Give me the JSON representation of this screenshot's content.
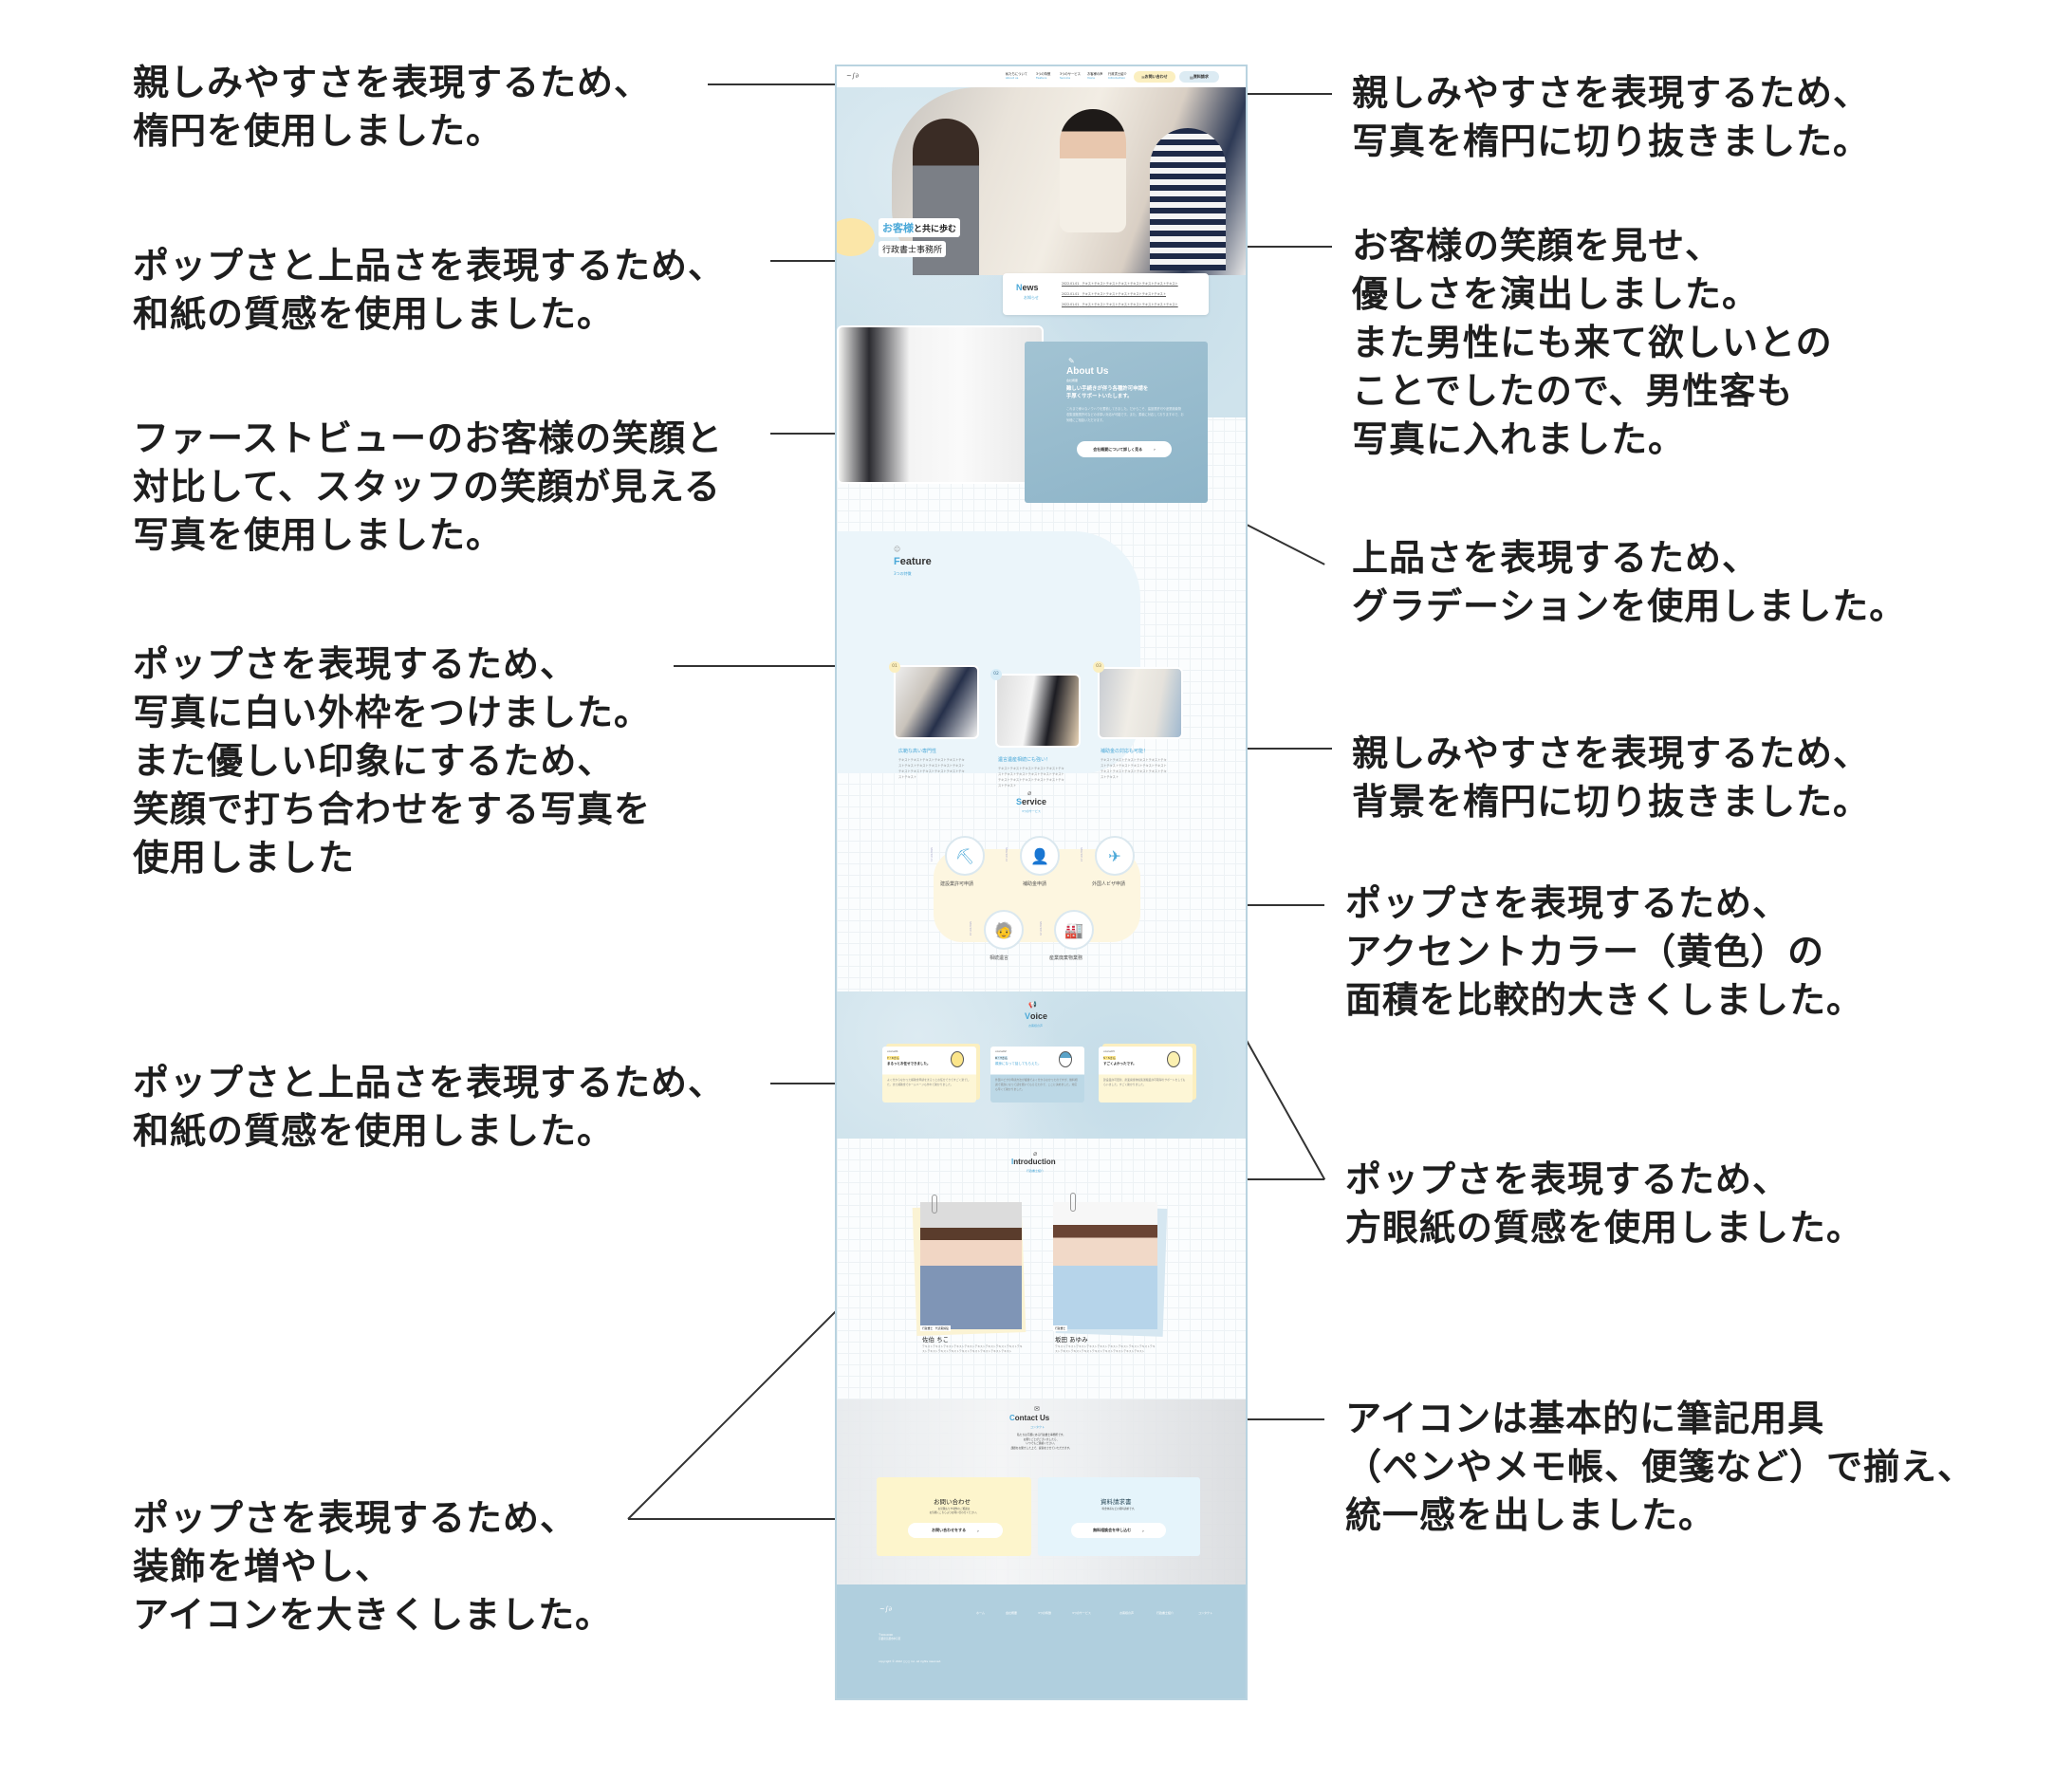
{
  "annotations_left": [
    "親しみやすさを表現するため、\n楕円を使用しました。",
    "ポップさと上品さを表現するため、\n和紙の質感を使用しました。",
    "ファーストビューのお客様の笑顔と\n対比して、スタッフの笑顔が見える\n写真を使用しました。",
    "ポップさを表現するため、\n写真に白い外枠をつけました。\nまた優しい印象にするため、\n笑顔で打ち合わせをする写真を\n使用しました",
    "ポップさと上品さを表現するため、\n和紙の質感を使用しました。",
    "ポップさを表現するため、\n装飾を増やし、\nアイコンを大きくしました。"
  ],
  "annotations_right": [
    "親しみやすさを表現するため、\n写真を楕円に切り抜きました。",
    "お客様の笑顔を見せ、\n優しさを演出しました。\nまた男性にも来て欲しいとの\nことでしたので、男性客も\n写真に入れました。",
    "上品さを表現するため、\nグラデーションを使用しました。",
    "親しみやすさを表現するため、\n背景を楕円に切り抜きました。",
    "ポップさを表現するため、\nアクセントカラー（黄色）の\n面積を比較的大きくしました。",
    "ポップさを表現するため、\n方眼紙の質感を使用しました。",
    "アイコンは基本的に筆記用具\n（ペンやメモ帳、便箋など）で揃え、\n統一感を出しました。"
  ],
  "site": {
    "nav": [
      {
        "ja": "私たちについて",
        "en": "About us"
      },
      {
        "ja": "3つの特徴",
        "en": "Feature"
      },
      {
        "ja": "3つのサービス",
        "en": "Service"
      },
      {
        "ja": "お客様の声",
        "en": "Voice"
      },
      {
        "ja": "行政書士紹介",
        "en": "Introduction"
      }
    ],
    "contact_btn": "お問い合わせ",
    "document_btn": "資料請求",
    "hero": {
      "accent": "お客様",
      "line1_rest": "と共に歩む",
      "line2": "行政書士事務所"
    },
    "news": {
      "title_first": "N",
      "title_rest": "ews",
      "sub": "お知らせ",
      "items": [
        {
          "date": "2022.01.01",
          "text": "テキストテキストテキストテキストテキストテキストテキストテキスト"
        },
        {
          "date": "2022.01.01",
          "text": "テキストテキストテキストテキストテキストテキストテキスト"
        },
        {
          "date": "2022.01.01",
          "text": "テキストテキストテキストテキストテキストテキストテキストテキスト"
        }
      ]
    },
    "about": {
      "title": "About Us",
      "sub": "会社概要",
      "lead": "難しい手続きが伴う各種許可申請を\n手厚くサポートいたします。",
      "body": "これまで様々なノウハウを蓄積してきました。だからこそ、建設業許可や産業廃棄物収集運搬業許可などの手厚い対応が可能です。また、柔軟に対応しておりますので、お気軽にご相談いただけます。",
      "button": "会社概要について詳しく見る"
    },
    "feature": {
      "title_first": "F",
      "title_rest": "eature",
      "sub": "3つの特徴",
      "items": [
        {
          "num": "01",
          "title": "広範な高い専門性"
        },
        {
          "num": "02",
          "title": "遺言遺産相続にも強い！"
        },
        {
          "num": "03",
          "title": "補助金の対応も可能！"
        }
      ]
    },
    "dummy": "テキストテキストテキストテキストテキストテキストテキストテキストテキストテキストテキストテキストテキストテキストテキストテキストテキストテキスト",
    "service": {
      "title_first": "S",
      "title_rest": "ervice",
      "sub": "3つのサービス",
      "items": [
        {
          "tag": "SERVICE.01",
          "label": "建設業許可申請",
          "icon": "⛏"
        },
        {
          "tag": "SERVICE.02",
          "label": "補助金申請",
          "icon": "👤"
        },
        {
          "tag": "SERVICE.03",
          "label": "外国人ビザ申請",
          "icon": "✈"
        },
        {
          "tag": "SERVICE.04",
          "label": "相続遺言",
          "icon": "🧓"
        },
        {
          "tag": "SERVICE.05",
          "label": "産業廃棄物業務",
          "icon": "🏭"
        }
      ]
    },
    "voice": {
      "title_first": "V",
      "title_rest": "oice",
      "sub": "お客様の声",
      "items": [
        {
          "no": "voice01",
          "name": "Y・Kさん",
          "head": "まるっとお任せできました。",
          "body": "よく分からなかった補助金申請をまるっとお任せできてすごく楽でした。また補助金でホームページも作れて助かりました。"
        },
        {
          "no": "voice02",
          "name": "R・Tさん",
          "head": "親身になって話してもらえた。",
          "body": "外国人ビザの申請方法が複雑でよく分からなかったのですが、無料相談で親身になって話を聞いてもらえたので、ここに決めました。対応も早くて助かりました。"
        },
        {
          "no": "voice03",
          "name": "S・Sさん",
          "head": "すごくよかったです。",
          "body": "建設業許可更新、産業廃棄物収集運搬業許可取得のサポートをしてもらいました。すごく助かりました。"
        }
      ]
    },
    "intro": {
      "title_first": "I",
      "title_rest": "ntroduction",
      "sub": "行政書士紹介",
      "people": [
        {
          "role": "行政書士　代表取締役",
          "name": "佐伯 ちこ"
        },
        {
          "role": "行政書士",
          "name": "坂田 あゆみ"
        }
      ]
    },
    "contact": {
      "title_first": "C",
      "title_rest": "ontact Us",
      "sub": "コンタクト",
      "body": "私たちは京都にある行政書士事務所です。\nお困りごとがございましたら、\nいつでもご連絡ください。\n課題をお聞きした上で、提案をさせていただきます。",
      "cards": [
        {
          "title": "お問い合わせ",
          "body": "お見積もりや制作のご相談は\nお気軽にこちらよりお問い合わせください。",
          "button": "お問い合わせをする"
        },
        {
          "title": "資料請求書",
          "body": "料金体系などの資料請求です。",
          "button": "無料相談会を申し込む"
        }
      ]
    },
    "footer": {
      "links": [
        "ホーム",
        "会社概要",
        "3つの特徴",
        "3つのサービス",
        "お客様の声",
        "行政書士紹介",
        "コンタクト"
      ],
      "address": "〒000-0000\n京都府京都市中京区",
      "copyright": "copyright © 2022 ○○○ inc. all rights reserved."
    }
  },
  "colors": {
    "accent_blue": "#4aa8d8",
    "washi_blue": "#cfe3ec",
    "accent_yellow": "#fdf3c8",
    "footer": "#b0cfde"
  }
}
